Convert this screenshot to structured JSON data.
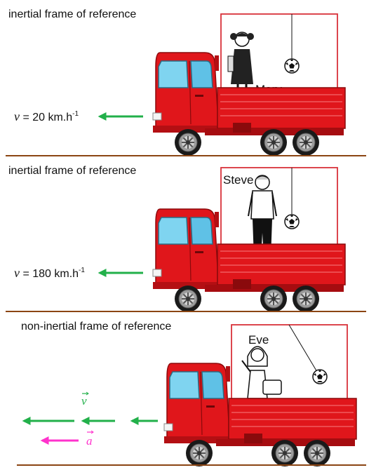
{
  "panels": [
    {
      "heading": "inertial frame of reference",
      "person": "Mary",
      "velocity": {
        "symbol": "v",
        "text": " = 20 km.h",
        "exp": "-1"
      }
    },
    {
      "heading": "inertial frame of reference",
      "person": "Steve",
      "velocity": {
        "symbol": "v",
        "text": " = 180 km.h",
        "exp": "-1"
      }
    },
    {
      "heading": "non-inertial frame of reference",
      "person": "Eve",
      "vector_v": "v",
      "vector_a": "a"
    }
  ],
  "colors": {
    "truck": "#e0161b",
    "truck_dark": "#a60c10",
    "window": "#7fd4f0",
    "box_outline": "#d8323a",
    "ground": "#8b4513",
    "velocity_arrow": "#22b04a",
    "acceleration_arrow": "#ff33cc"
  },
  "icons": [
    "truck-icon",
    "soccer-ball-icon",
    "person-icon"
  ]
}
